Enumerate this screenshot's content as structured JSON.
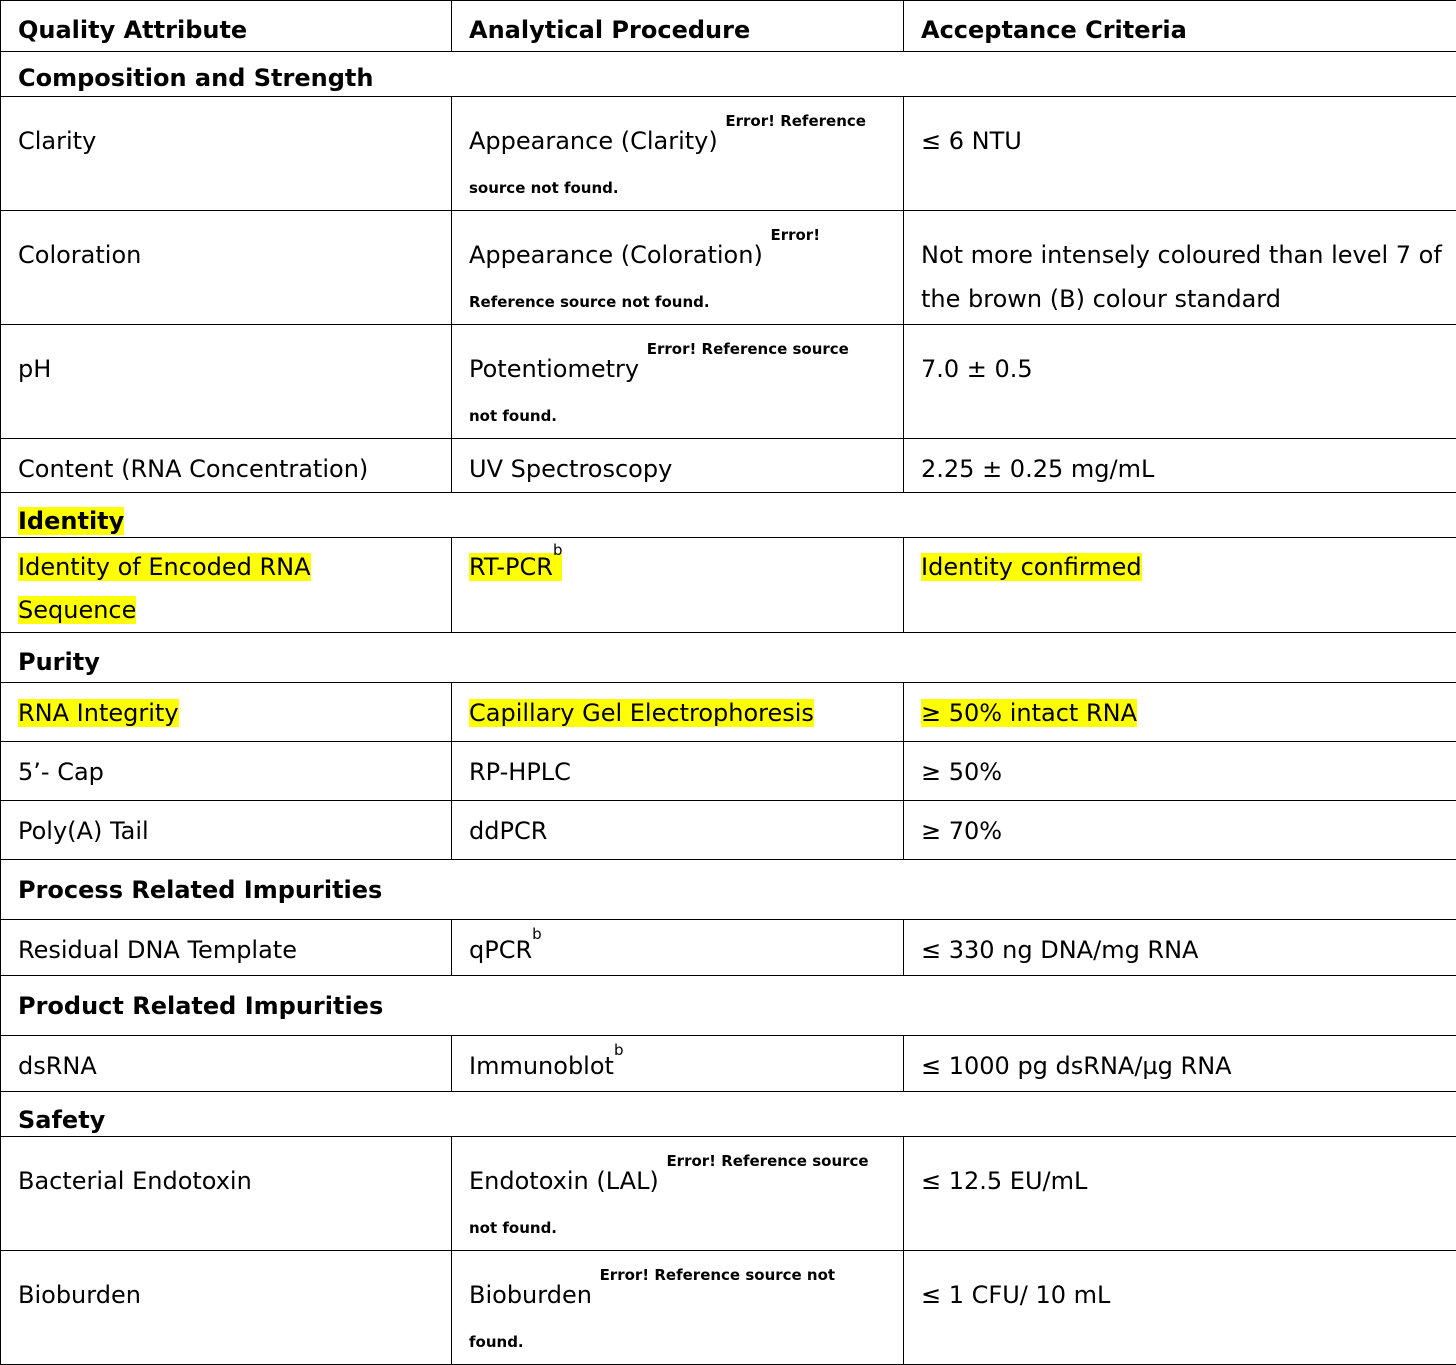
{
  "table": {
    "headers": [
      "Quality Attribute",
      "Analytical Procedure",
      "Acceptance Criteria"
    ],
    "highlight_color": "#ffff00",
    "sections": [
      {
        "title": "Composition and Strength",
        "highlighted": false,
        "rows": [
          {
            "attribute": "Clarity",
            "procedure": "Appearance (Clarity)",
            "procedure_ref_a": "Error! Reference",
            "procedure_ref_b": "source not found.",
            "criteria": "≤ 6 NTU"
          },
          {
            "attribute": "Coloration",
            "procedure": "Appearance (Coloration)",
            "procedure_ref_a": "Error!",
            "procedure_ref_b": "Reference source not found.",
            "criteria": "Not more intensely coloured than level 7 of the brown (B) colour standard"
          },
          {
            "attribute": "pH",
            "procedure": "Potentiometry",
            "procedure_ref_a": "Error! Reference source",
            "procedure_ref_b": "not found.",
            "criteria": "7.0 ± 0.5"
          },
          {
            "attribute": "Content (RNA Concentration)",
            "procedure": "UV Spectroscopy",
            "criteria": "2.25 ± 0.25 mg/mL"
          }
        ]
      },
      {
        "title": "Identity",
        "highlighted": true,
        "rows": [
          {
            "attribute": "Identity of Encoded RNA Sequence",
            "attribute_line1": "Identity of Encoded RNA",
            "attribute_line2": "Sequence",
            "procedure": "RT-PCR",
            "procedure_sup": "b",
            "criteria": "Identity confirmed",
            "highlighted": true
          }
        ]
      },
      {
        "title": "Purity",
        "highlighted": false,
        "rows": [
          {
            "attribute": "RNA Integrity",
            "procedure": "Capillary Gel Electrophoresis",
            "criteria": "≥ 50% intact RNA",
            "highlighted": true
          },
          {
            "attribute": "5’- Cap",
            "procedure": "RP-HPLC",
            "criteria": "≥ 50%"
          },
          {
            "attribute": "Poly(A) Tail",
            "procedure": "ddPCR",
            "criteria": "≥ 70%"
          }
        ]
      },
      {
        "title": "Process Related Impurities",
        "highlighted": false,
        "rows": [
          {
            "attribute": "Residual DNA Template",
            "procedure": "qPCR",
            "procedure_sup": "b",
            "criteria": "≤ 330 ng DNA/mg RNA"
          }
        ]
      },
      {
        "title": "Product Related Impurities",
        "highlighted": false,
        "rows": [
          {
            "attribute": "dsRNA",
            "procedure": "Immunoblot",
            "procedure_sup": "b",
            "criteria": "≤ 1000 pg dsRNA/µg RNA"
          }
        ]
      },
      {
        "title": "Safety",
        "highlighted": false,
        "rows": [
          {
            "attribute": "Bacterial Endotoxin",
            "procedure": "Endotoxin (LAL)",
            "procedure_ref_a": "Error! Reference source",
            "procedure_ref_b": "not found.",
            "criteria": "≤ 12.5 EU/mL"
          },
          {
            "attribute": "Bioburden",
            "procedure": "Bioburden",
            "procedure_ref_a": "Error! Reference source not",
            "procedure_ref_b": "found.",
            "criteria": "≤ 1 CFU/ 10 mL"
          }
        ]
      }
    ]
  }
}
